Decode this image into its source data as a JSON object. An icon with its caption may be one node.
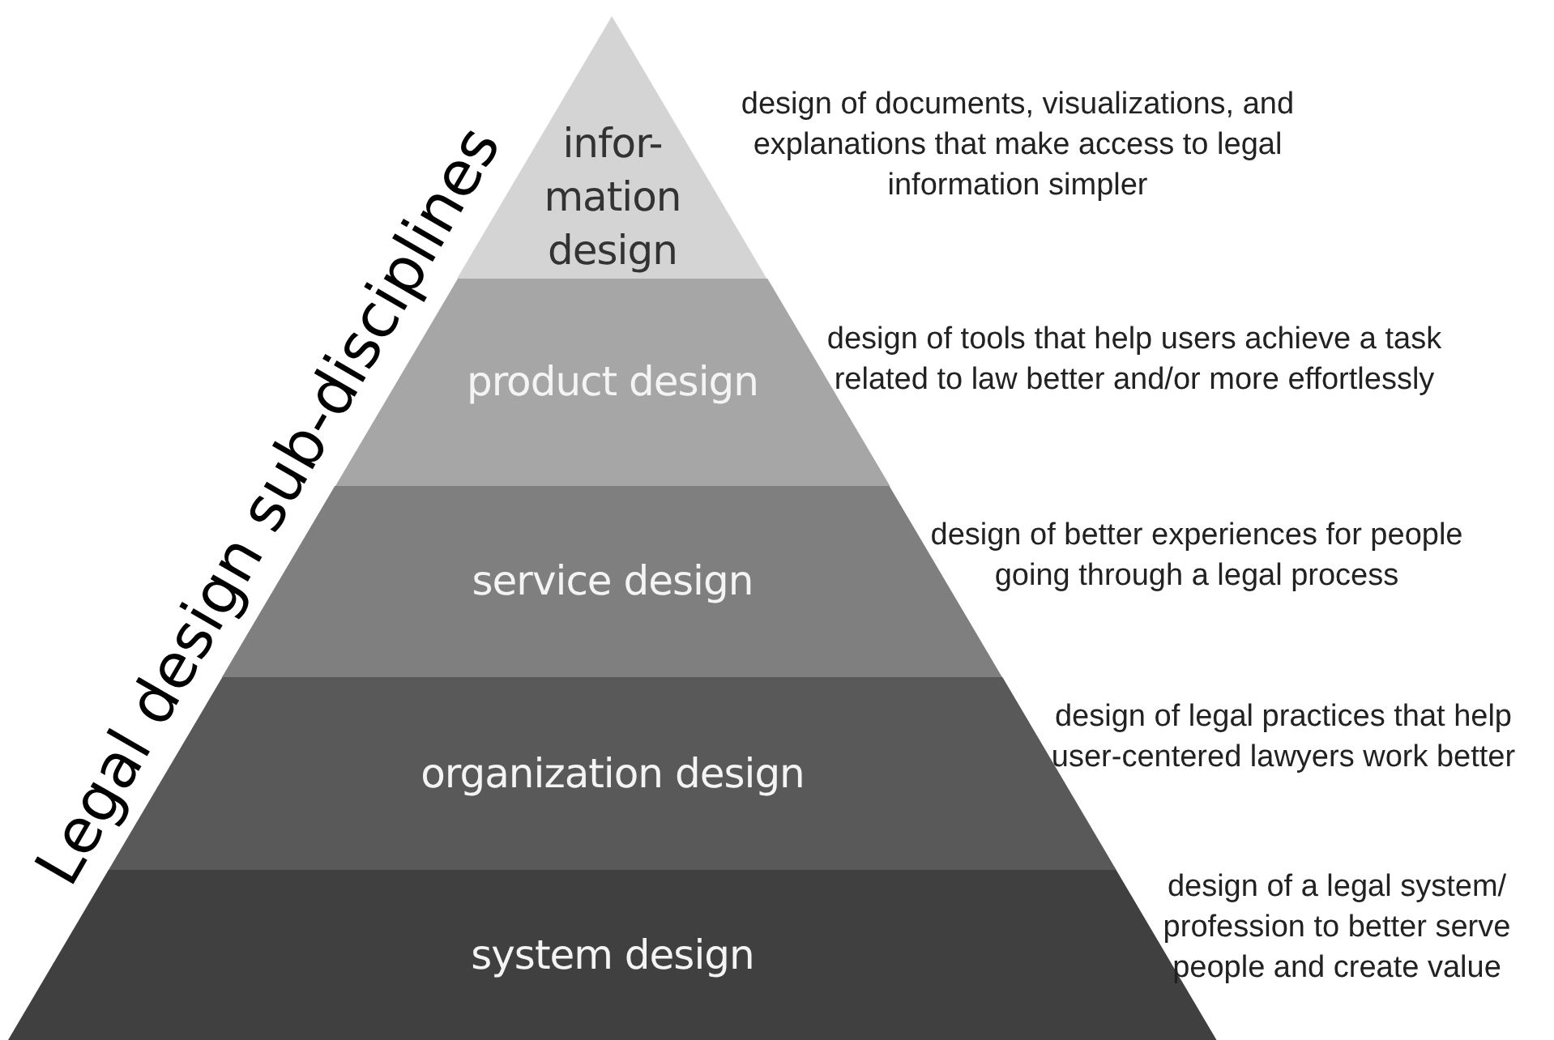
{
  "diagram": {
    "nodes": [
      {
        "text": [
          "infor- mation design"
        ],
        "beside": [
          "design of documents, visualizations, and explanations that make access to legal information simpler"
        ]
      },
      {
        "text": [
          "product design"
        ],
        "beside": [
          "design of tools that help users achieve a task related to law better and/or more effortlessly"
        ]
      },
      {
        "text": [
          "service design"
        ],
        "beside": [
          "design of better experiences for people going through a legal process"
        ]
      },
      {
        "text": [
          "organization design"
        ],
        "beside": [
          "design of legal practices that help user-centered lawyers work better"
        ]
      },
      {
        "text": [
          "system design"
        ],
        "beside": [
          "design of a legal system/ profession to better serve people and create value"
        ]
      }
    ],
    "labels": [
      "Legal design sub-disciplines"
    ]
  }
}
